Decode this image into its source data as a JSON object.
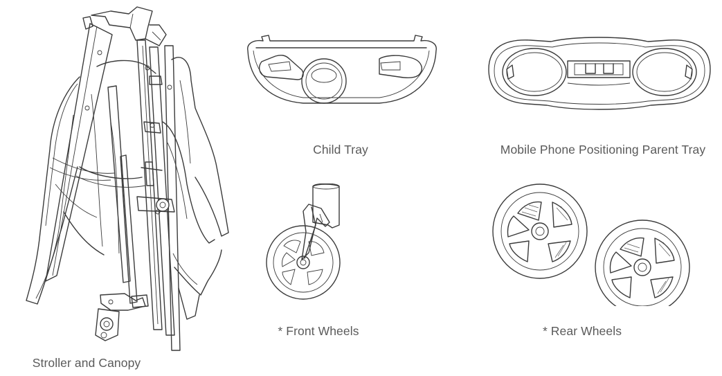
{
  "parts": [
    {
      "id": "stroller",
      "caption": "Stroller and Canopy",
      "icon": "folded-stroller-icon"
    },
    {
      "id": "child_tray",
      "caption": "Child Tray",
      "icon": "child-tray-icon"
    },
    {
      "id": "parent_tray",
      "caption": "Mobile Phone Positioning Parent Tray",
      "icon": "parent-tray-icon"
    },
    {
      "id": "front_wheels",
      "caption": "* Front Wheels",
      "icon": "front-wheel-icon"
    },
    {
      "id": "rear_wheels",
      "caption": "* Rear Wheels",
      "icon": "rear-wheels-icon"
    }
  ],
  "colors": {
    "line": "#3a3a3a",
    "caption": "#5a5a5a",
    "background": "#ffffff"
  }
}
